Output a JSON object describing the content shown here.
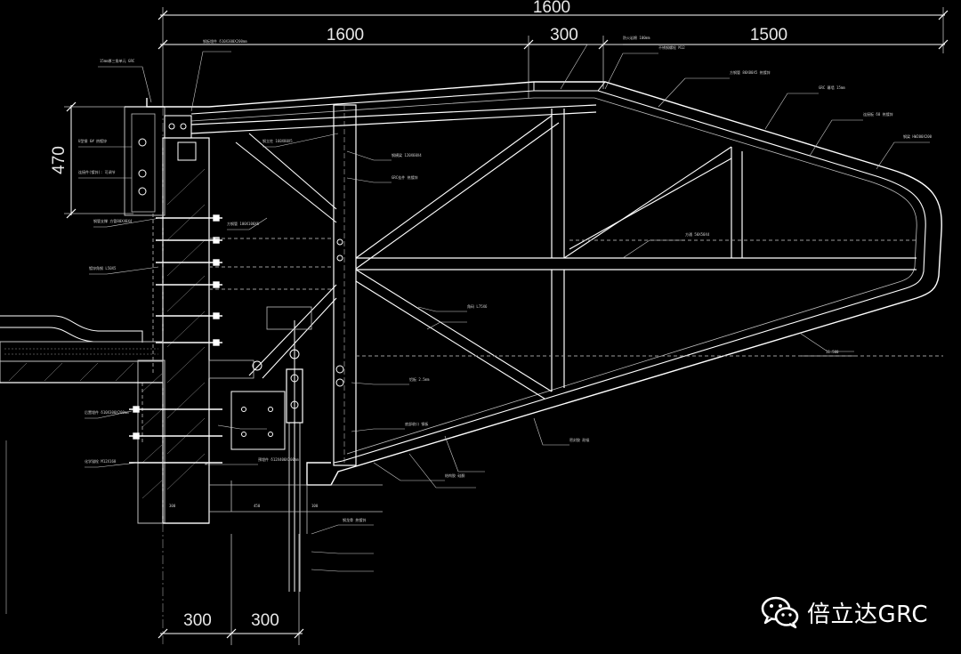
{
  "dimensions": {
    "top_total": "1600",
    "top_left": "1600",
    "top_mid": "300",
    "top_right": "1500",
    "left_height": "470",
    "bottom_left": "300",
    "bottom_right": "300",
    "small_a": "300",
    "small_b": "450",
    "small_c": "100",
    "level_mark": "11.500"
  },
  "notes": [
    "钢板埋件 δ10X300X200mm",
    "15mm厚三角单元 GRC",
    "U型钢 6# 热镀锌",
    "连接件(镀锌): 可调节",
    "钢管支撑 方管80X40X4",
    "镀锌角钢 L50X5",
    "后置埋件 δ10X300X200mm",
    "化学锚栓 M12X160",
    "方钢管 100X100X6",
    "钢横梁 120X60X4",
    "GRC挂件 热镀锌",
    "钢立柱 160X80X5",
    "防火岩棉 100mm",
    "不锈钢螺栓 M12",
    "方钢管 80X80X5 热镀锌",
    "GRC 幕墙 15mm",
    "连接板 δ8 热镀锌",
    "钢梁 HW200X200",
    "方通 50X50X4",
    "角码 L75X6",
    "铝板 2.5mm",
    "底部收口 钢板",
    "结构胶 硅酮",
    "密封胶 耐候",
    "预埋件 δ12X400X300mm",
    "钢龙骨 热镀锌"
  ],
  "watermark": {
    "text": "倍立达GRC",
    "icon": "wechat-icon"
  }
}
